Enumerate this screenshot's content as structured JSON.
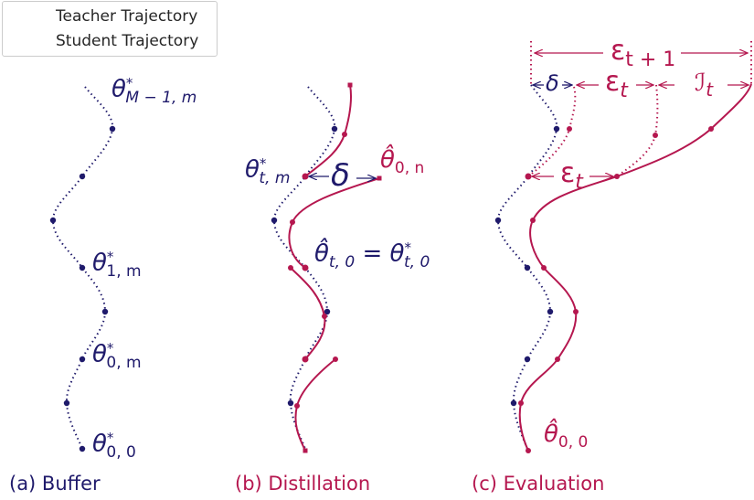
{
  "colors": {
    "teacher": "#1f1a6b",
    "student": "#b5174f"
  },
  "legend": {
    "teacher_label": "Teacher Trajectory",
    "student_label": "Student Trajectory"
  },
  "panels": [
    {
      "caption": "(a) Buffer",
      "color": "#1f1a6b"
    },
    {
      "caption": "(b) Distillation",
      "color": "#b5174f"
    },
    {
      "caption": "(c) Evaluation",
      "color": "#b5174f"
    }
  ],
  "labels": {
    "a_top": {
      "base": "θ",
      "sup": "*",
      "sub": "M − 1, m"
    },
    "a_mid": {
      "base": "θ",
      "sup": "*",
      "sub": "1, m"
    },
    "a_low": {
      "base": "θ",
      "sup": "*",
      "sub": "0, m"
    },
    "a_bottom": {
      "base": "θ",
      "sup": "*",
      "sub": "0, 0"
    },
    "b_teacher": {
      "base": "θ",
      "sup": "*",
      "sub": "t, m"
    },
    "b_delta": "δ",
    "b_student": {
      "base": "θ̂",
      "sub": "0, n"
    },
    "b_eq": {
      "lhs": "θ̂",
      "lhs_sub": "t, 0",
      "eq": " = ",
      "rhs": "θ",
      "rhs_sup": "*",
      "rhs_sub": "t, 0"
    },
    "c_eps_t1": {
      "base": "ε",
      "sub": "t + 1"
    },
    "c_delta": "δ",
    "c_eps_t_top": {
      "base": "ε",
      "sub": "t"
    },
    "c_I_t": {
      "base": "ℐ",
      "sub": "t"
    },
    "c_eps_t_mid": {
      "base": "ε",
      "sub": "t"
    },
    "c_start": {
      "base": "θ̂",
      "sub": "0, 0"
    }
  }
}
